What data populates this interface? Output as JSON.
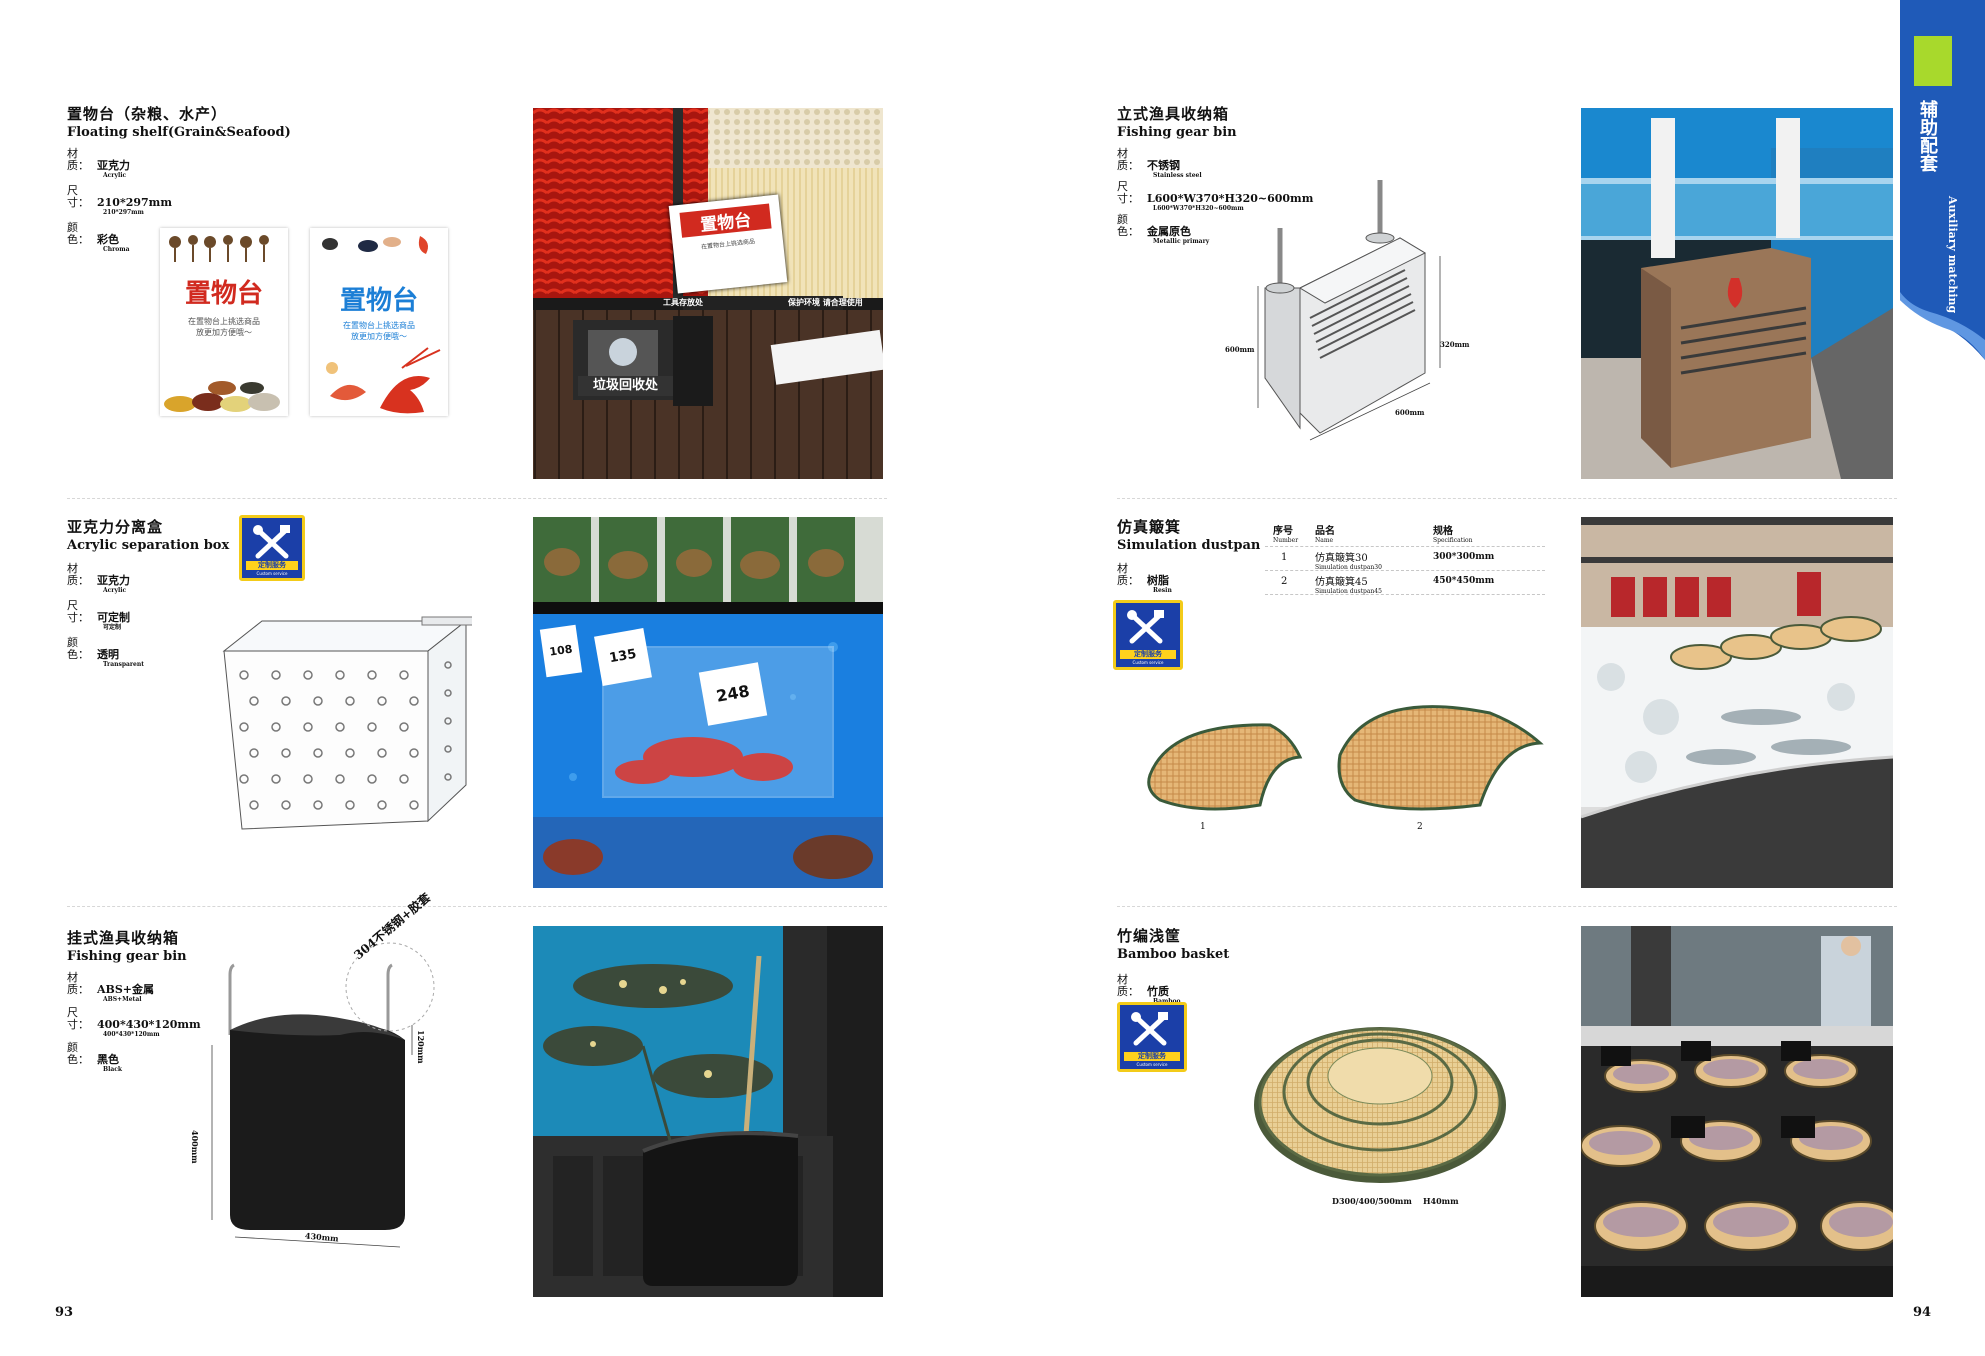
{
  "left_page": {
    "page_number": "93",
    "products": [
      {
        "title_cn": "置物台（杂粮、水产）",
        "title_en": "Floating shelf(Grain&Seafood)",
        "material_label": "材质：",
        "material": "亚克力",
        "material_en": "Acrylic",
        "size_label": "尺寸：",
        "size": "210*297mm",
        "size_en": "210*297mm",
        "color_label": "颜色：",
        "color": "彩色",
        "color_en": "Chroma",
        "card_title": "置物台",
        "card_desc_1": "在置物台上挑选商品",
        "card_desc_2": "放更加方便哦～",
        "photo_sign": "置物台",
        "photo_bin_label": "垃圾回收处",
        "photo_strip_1": "工具存放处",
        "photo_strip_2": "保护环境 请合理使用"
      },
      {
        "title_cn": "亚克力分离盒",
        "title_en": "Acrylic separation box",
        "material_label": "材质：",
        "material": "亚克力",
        "material_en": "Acrylic",
        "size_label": "尺寸：",
        "size": "可定制",
        "size_en": "可定制",
        "color_label": "颜色：",
        "color": "透明",
        "color_en": "Transparent",
        "price_tags": [
          "108",
          "135",
          "248"
        ]
      },
      {
        "title_cn": "挂式渔具收纳箱",
        "title_en": "Fishing gear bin",
        "material_label": "材质：",
        "material": "ABS+金属",
        "material_en": "ABS+Metal",
        "size_label": "尺寸：",
        "size": "400*430*120mm",
        "size_en": "400*430*120mm",
        "color_label": "颜色：",
        "color": "黑色",
        "color_en": "Black",
        "dim_annotation": "304不锈钢+胶套",
        "dim_height": "400mm",
        "dim_width": "430mm",
        "dim_depth": "120mm"
      }
    ]
  },
  "right_page": {
    "page_number": "94",
    "side_tab_cn": "辅助配套",
    "side_tab_en": "Auxiliary matching",
    "badge_text": "定制服务",
    "badge_text_en": "Custom service",
    "products": [
      {
        "title_cn": "立式渔具收纳箱",
        "title_en": "Fishing gear bin",
        "material_label": "材质：",
        "material": "不锈钢",
        "material_en": "Stainless steel",
        "size_label": "尺寸：",
        "size": "L600*W370*H320~600mm",
        "size_en": "L600*W370*H320~600mm",
        "color_label": "颜色：",
        "color": "金属原色",
        "color_en": "Metallic primary",
        "dim_height": "600mm",
        "dim_width": "600mm",
        "dim_side": "320mm"
      },
      {
        "title_cn": "仿真簸箕",
        "title_en": "Simulation dustpan",
        "material_label": "材质：",
        "material": "树脂",
        "material_en": "Resin",
        "table_headers": [
          {
            "cn": "序号",
            "en": "Number"
          },
          {
            "cn": "品名",
            "en": "Name"
          },
          {
            "cn": "规格",
            "en": "Specification"
          }
        ],
        "table_rows": [
          {
            "no": "1",
            "name_cn": "仿真簸箕30",
            "name_en": "Simulation dustpan30",
            "spec": "300*300mm"
          },
          {
            "no": "2",
            "name_cn": "仿真簸箕45",
            "name_en": "Simulation dustpan45",
            "spec": "450*450mm"
          }
        ],
        "item_labels": [
          "1",
          "2"
        ]
      },
      {
        "title_cn": "竹编浅筐",
        "title_en": "Bamboo basket",
        "material_label": "材质：",
        "material": "竹质",
        "material_en": "Bamboo",
        "dim_caption": "D300/400/500mm    H40mm"
      }
    ]
  },
  "colors": {
    "accent_blue": "#1f5ab8",
    "accent_green": "#a8d92c",
    "badge_yellow": "#f3cb19",
    "tank_blue": "#1a7fe0"
  }
}
